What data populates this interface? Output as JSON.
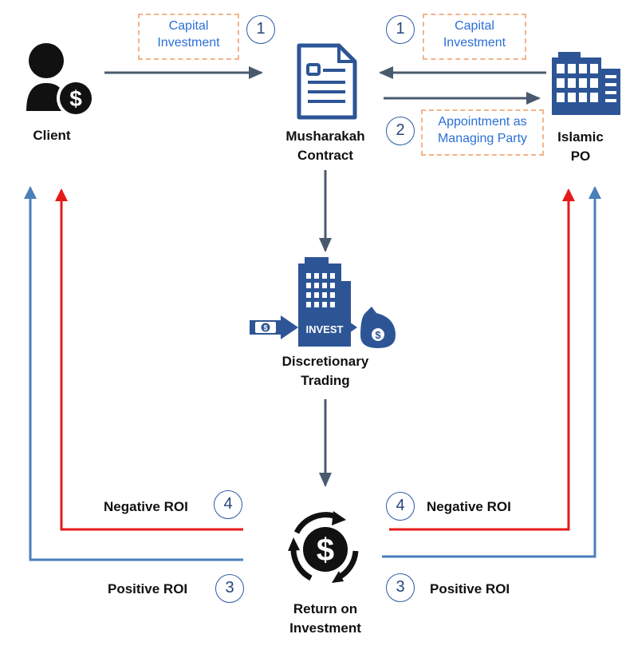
{
  "nodes": {
    "client": "Client",
    "contract_line1": "Musharakah",
    "contract_line2": "Contract",
    "po_line1": "Islamic",
    "po_line2": "PO",
    "trading_line1": "Discretionary",
    "trading_line2": "Trading",
    "roi_line1": "Return on",
    "roi_line2": "Investment"
  },
  "edge_labels": {
    "capital_left_line1": "Capital",
    "capital_left_line2": "Investment",
    "capital_right_line1": "Capital",
    "capital_right_line2": "Investment",
    "appoint_line1": "Appointment as",
    "appoint_line2": "Managing Party",
    "neg_left": "Negative ROI",
    "neg_right": "Negative ROI",
    "pos_left": "Positive ROI",
    "pos_right": "Positive ROI"
  },
  "steps": {
    "left_capital": "1",
    "right_capital": "1",
    "appointment": "2",
    "pos_left": "3",
    "pos_right": "3",
    "neg_left": "4",
    "neg_right": "4"
  },
  "icon_text": {
    "invest_sign": "INVEST",
    "dollar": "$"
  },
  "colors": {
    "arrow_gray": "#4a5a6e",
    "positive_blue": "#4a7fba",
    "negative_red": "#e51a1a",
    "icon_blue": "#2d5596",
    "label_blue": "#2b6fd6",
    "dashed_orange": "#f2b48c"
  }
}
